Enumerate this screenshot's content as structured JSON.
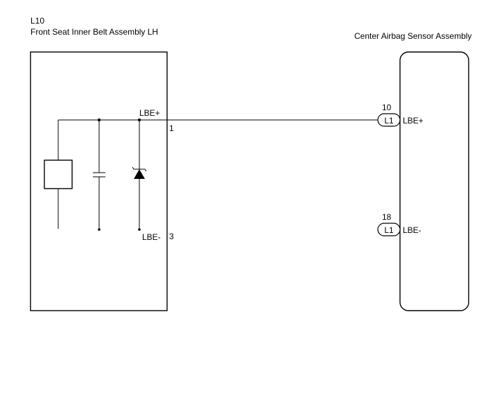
{
  "left_component": {
    "code": "L10",
    "name": "Front Seat Inner Belt Assembly LH",
    "pins": [
      {
        "signal": "LBE+",
        "number": "1"
      },
      {
        "signal": "LBE-",
        "number": "3"
      }
    ]
  },
  "right_component": {
    "name": "Center Airbag Sensor Assembly",
    "pins": [
      {
        "number": "10",
        "connector": "L1",
        "signal": "LBE+"
      },
      {
        "number": "18",
        "connector": "L1",
        "signal": "LBE-"
      }
    ]
  },
  "colors": {
    "line": "#000000",
    "background": "#ffffff"
  }
}
